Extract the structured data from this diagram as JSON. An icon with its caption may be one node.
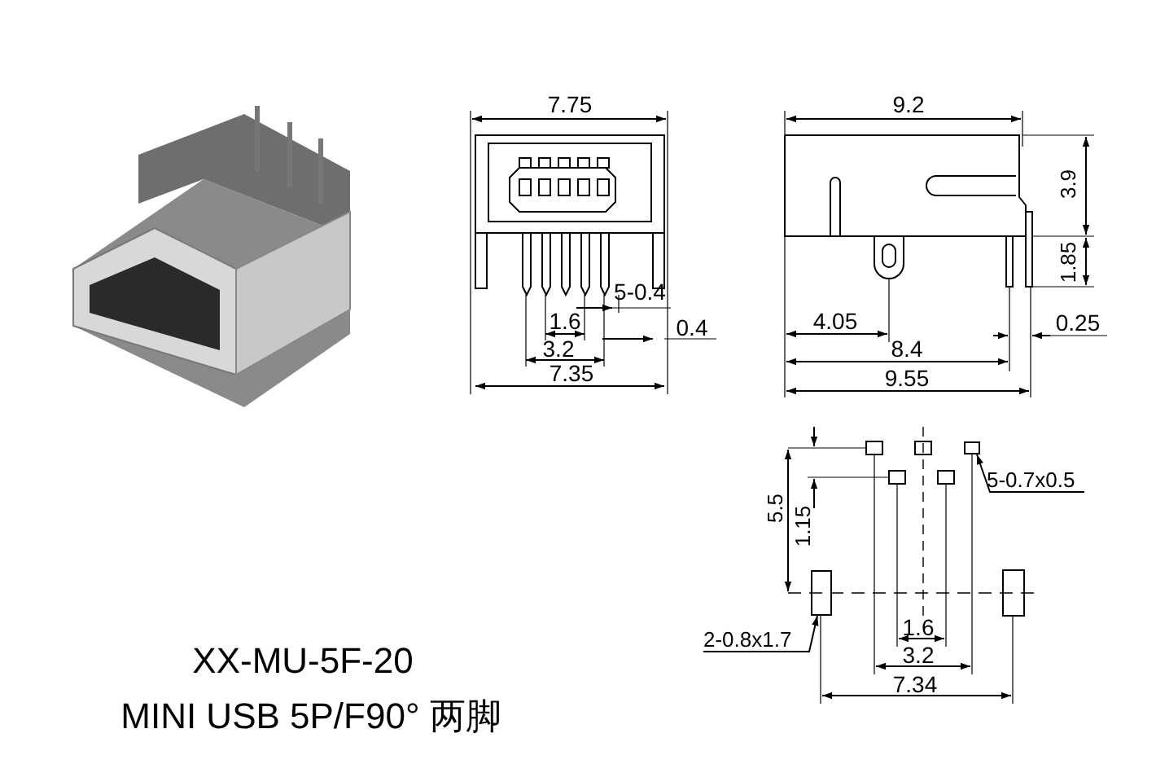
{
  "diagram": {
    "nodes": [
      {
        "text": [
          "5-0.7x0.5"
        ]
      },
      {
        "text": [],
        "shape": "box"
      },
      {
        "text": [
          "2-0.8x1.7"
        ]
      },
      {
        "text": [],
        "shape": "box"
      }
    ],
    "edges": [
      {
        "from": 0,
        "to": 1,
        "arrow": "to"
      },
      {
        "from": 2,
        "to": 3,
        "arrow": "to"
      }
    ],
    "labels": [
      "7.75",
      "5-0.4",
      "1.6",
      "0.4",
      "3.2",
      "7.35",
      "9.2",
      "3.9",
      "1.85",
      "4.05",
      "0.25",
      "8.4",
      "9.55",
      "5.5",
      "1.15",
      "1.6",
      "3.2",
      "7.34",
      "XX-MU-5F-20",
      "MINI USB 5P/F90° 两脚"
    ]
  }
}
